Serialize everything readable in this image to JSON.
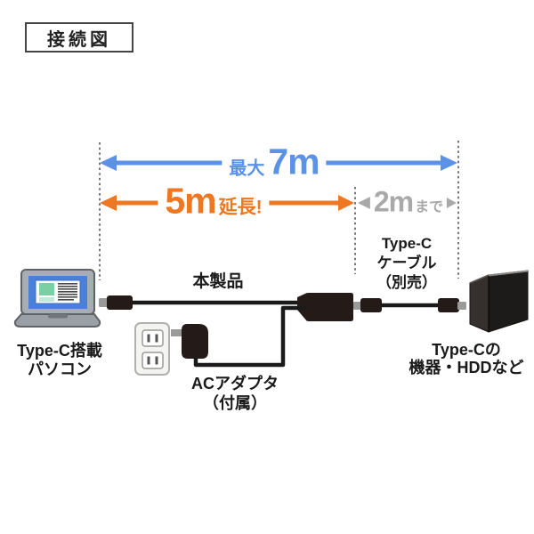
{
  "title": "接続図",
  "arrows": {
    "total": {
      "prefix": "最大",
      "value": "7m",
      "color": "#5B92E5"
    },
    "extension": {
      "value": "5m",
      "suffix": "延長!",
      "color": "#EE7722"
    },
    "cable": {
      "value": "2m",
      "suffix": "まで",
      "color": "#A9A9A9"
    }
  },
  "labels": {
    "product": "本製品",
    "pc": [
      "Type-C搭載",
      "パソコン"
    ],
    "ac_adapter": [
      "ACアダプタ",
      "（付属）"
    ],
    "typec_cable": [
      "Type-C",
      "ケーブル",
      "（別売）"
    ],
    "device": [
      "Type-Cの",
      "機器・HDDなど"
    ]
  },
  "colors": {
    "arrow_total": "#5B92E5",
    "arrow_extension": "#EE7722",
    "arrow_cable": "#A9A9A9",
    "cable_black": "#1A1A1A",
    "device_black": "#241B18",
    "laptop_screen_blue": "#4A80D9",
    "dashed_guide": "#666666"
  }
}
